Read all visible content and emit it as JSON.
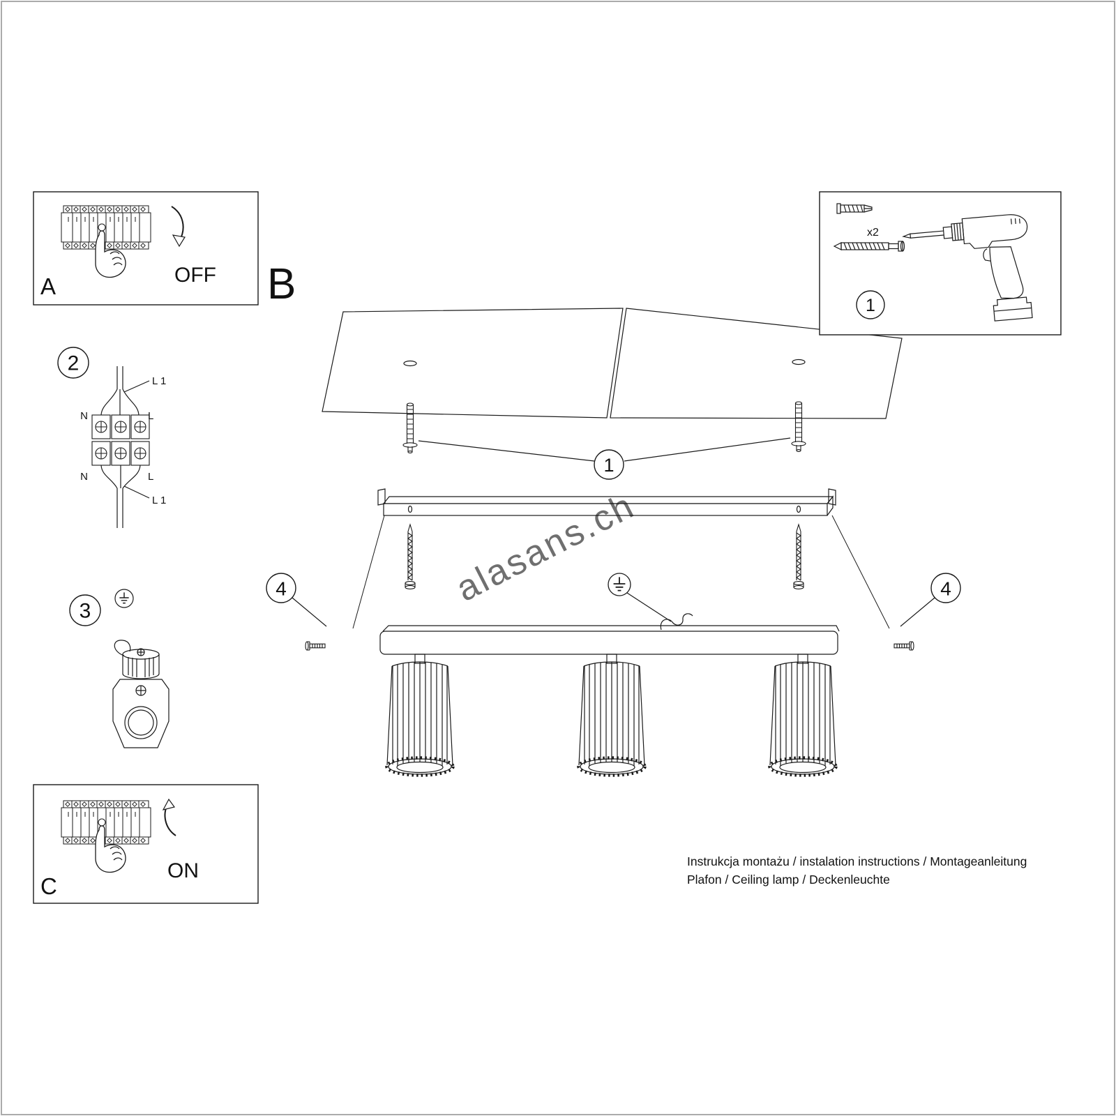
{
  "page": {
    "watermark": "alasans.ch"
  },
  "panels": {
    "a": {
      "label": "A",
      "action": "OFF"
    },
    "b": {
      "label": "B"
    },
    "c": {
      "label": "C",
      "action": "ON"
    }
  },
  "callouts": {
    "wiring_step": "2",
    "socket_step": "3",
    "anchors_step": "1",
    "kit_step": "1",
    "side_screw_left": "4",
    "side_screw_right": "4"
  },
  "kit": {
    "anchor_qty": "x2"
  },
  "wiring": {
    "l1_top": "L 1",
    "l1_bottom": "L 1",
    "n_top": "N",
    "l_top": "L",
    "n_bottom": "N",
    "l_bottom": "L"
  },
  "footer": {
    "line1": "Instrukcja montażu / instalation instructions / Montageanleitung",
    "line2": "Plafon / Ceiling lamp / Deckenleuchte"
  }
}
